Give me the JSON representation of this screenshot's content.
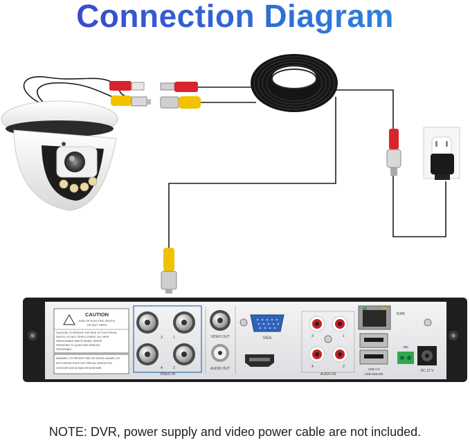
{
  "title": "Connection Diagram",
  "note": "NOTE: DVR, power supply and video power cable are not included.",
  "dvr": {
    "caution_title": "CAUTION",
    "caution_sub1": "RISK OF ELECTRIC SHOCK",
    "caution_sub2": "DO NOT OPEN",
    "caution_lines": [
      "CAUTION: TO REDUCE THE RISK OF ELECTRICAL",
      "SHOCK, DO NOT OPEN COVERS. NO USER",
      "SERVICEABLE PARTS INSIDE. REFER",
      "SERVICING TO QUALIFIED SERVICE",
      "PERSONNEL."
    ],
    "warning_lines": [
      "WARNING: TO PREVENT FIRE OR SHOCK HAZARD, DO",
      "NOT EXPOSE UNITS NOT SPECIAL DESIGN FOR",
      "OUTDOOR USE IN RAIN OR MOISTURE"
    ],
    "video_in": "VIDEO IN",
    "video_out": "VIDEO OUT",
    "audio_out": "AUDIO OUT",
    "vga": "VGA",
    "audio_in": "AUDIO IN",
    "rj45": "RJ45",
    "usb": "USB 2.0",
    "usb_mouse": "USB MOUSE",
    "rs485": "485",
    "dc": "DC 12 V",
    "ch1": "1",
    "ch2": "2",
    "ch3": "3",
    "ch4": "4"
  },
  "colors": {
    "title_start": "#3b3fc8",
    "title_end": "#2f8fe0",
    "rca_red": "#d9232b",
    "rca_yellow": "#f2c200",
    "cable": "#1a1a1a",
    "dvr_body": "#e9eaec",
    "dvr_frame": "#2a2a2a",
    "vga_blue": "#2e63b8",
    "rs485_green": "#2fa84f"
  }
}
